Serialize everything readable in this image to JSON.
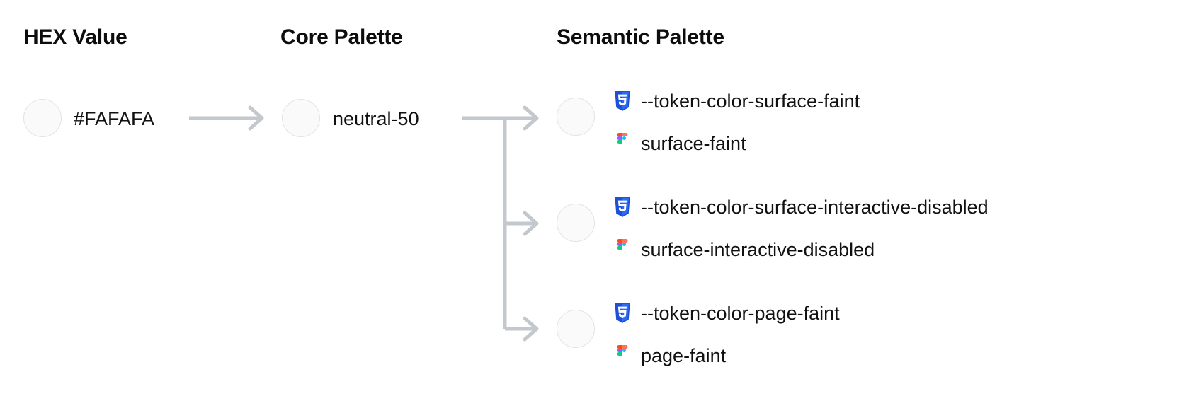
{
  "columns": {
    "hex": {
      "heading": "HEX Value"
    },
    "core": {
      "heading": "Core Palette"
    },
    "semantic": {
      "heading": "Semantic Palette"
    }
  },
  "swatch_color": "#FAFAFA",
  "swatch_border_color": "#E3E3E6",
  "connector_color": "#C3C7CE",
  "hex": {
    "value": "#FAFAFA"
  },
  "core": {
    "value": "neutral-50"
  },
  "semantic": {
    "rows": [
      {
        "css_token": "--token-color-surface-faint",
        "figma_token": "surface-faint",
        "css_icon": "css3-shield-icon",
        "figma_icon": "figma-logo-icon"
      },
      {
        "css_token": "--token-color-surface-interactive-disabled",
        "figma_token": "surface-interactive-disabled",
        "css_icon": "css3-shield-icon",
        "figma_icon": "figma-logo-icon"
      },
      {
        "css_token": "--token-color-page-faint",
        "figma_token": "page-faint",
        "css_icon": "css3-shield-icon",
        "figma_icon": "figma-logo-icon"
      }
    ]
  },
  "icon_colors": {
    "css_shield_dark": "#1E4FD8",
    "css_shield_light": "#2C6BF5",
    "css_glyph": "#FFFFFF",
    "figma_orange": "#F24E1E",
    "figma_salmon": "#FF7262",
    "figma_purple": "#A259FF",
    "figma_blue": "#1ABCFE",
    "figma_green": "#0ACF83"
  }
}
